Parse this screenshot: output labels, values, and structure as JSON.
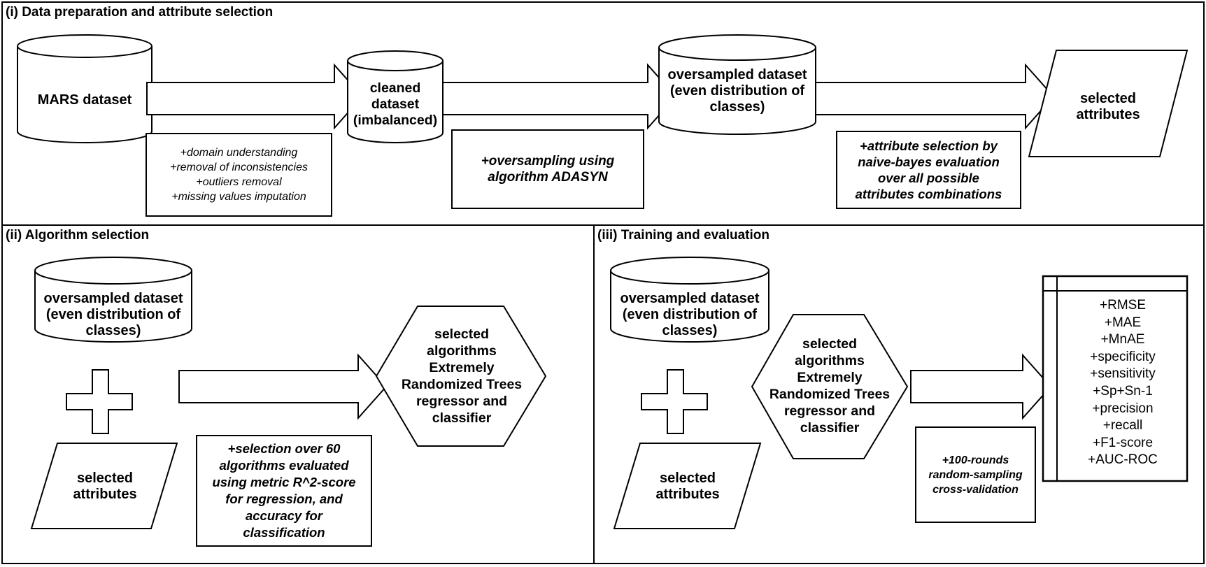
{
  "sections": {
    "s1": "(i) Data preparation and attribute selection",
    "s2": "(ii) Algorithm selection",
    "s3": "(iii) Training and evaluation"
  },
  "nodes": {
    "mars": "MARS dataset",
    "cleaned": "cleaned\ndataset\n(imbalanced)",
    "oversampled_1": "oversampled dataset\n(even distribution of\nclasses)",
    "selected_attrs_1": "selected\nattributes",
    "oversampled_2": "oversampled dataset\n(even distribution of\nclasses)",
    "selected_attrs_2": "selected\nattributes",
    "algorithms_2": "selected\nalgorithms\nExtremely\nRandomized Trees\nregressor and\nclassifier",
    "oversampled_3": "oversampled dataset\n(even distribution of\nclasses)",
    "selected_attrs_3": "selected\nattributes",
    "algorithms_3": "selected\nalgorithms\nExtremely\nRandomized Trees\nregressor and\nclassifier"
  },
  "notes": {
    "prep": "+domain understanding\n+removal of inconsistencies\n+outliers removal\n+missing values imputation",
    "oversampling": "+oversampling using\nalgorithm ADASYN",
    "attr_selection": "+attribute selection by\nnaive-bayes evaluation\nover all possible\nattributes combinations",
    "algo_selection": "+selection over 60\nalgorithms evaluated\nusing metric R^2-score\nfor regression, and\naccuracy for\nclassification",
    "cross_validation": "+100-rounds\nrandom-sampling\ncross-validation"
  },
  "metrics": [
    "+RMSE",
    "+MAE",
    "+MnAE",
    "+specificity",
    "+sensitivity",
    "+Sp+Sn-1",
    "+precision",
    "+recall",
    "+F1-score",
    "+AUC-ROC"
  ],
  "colors": {
    "line": "#000000",
    "fill": "#ffffff"
  }
}
